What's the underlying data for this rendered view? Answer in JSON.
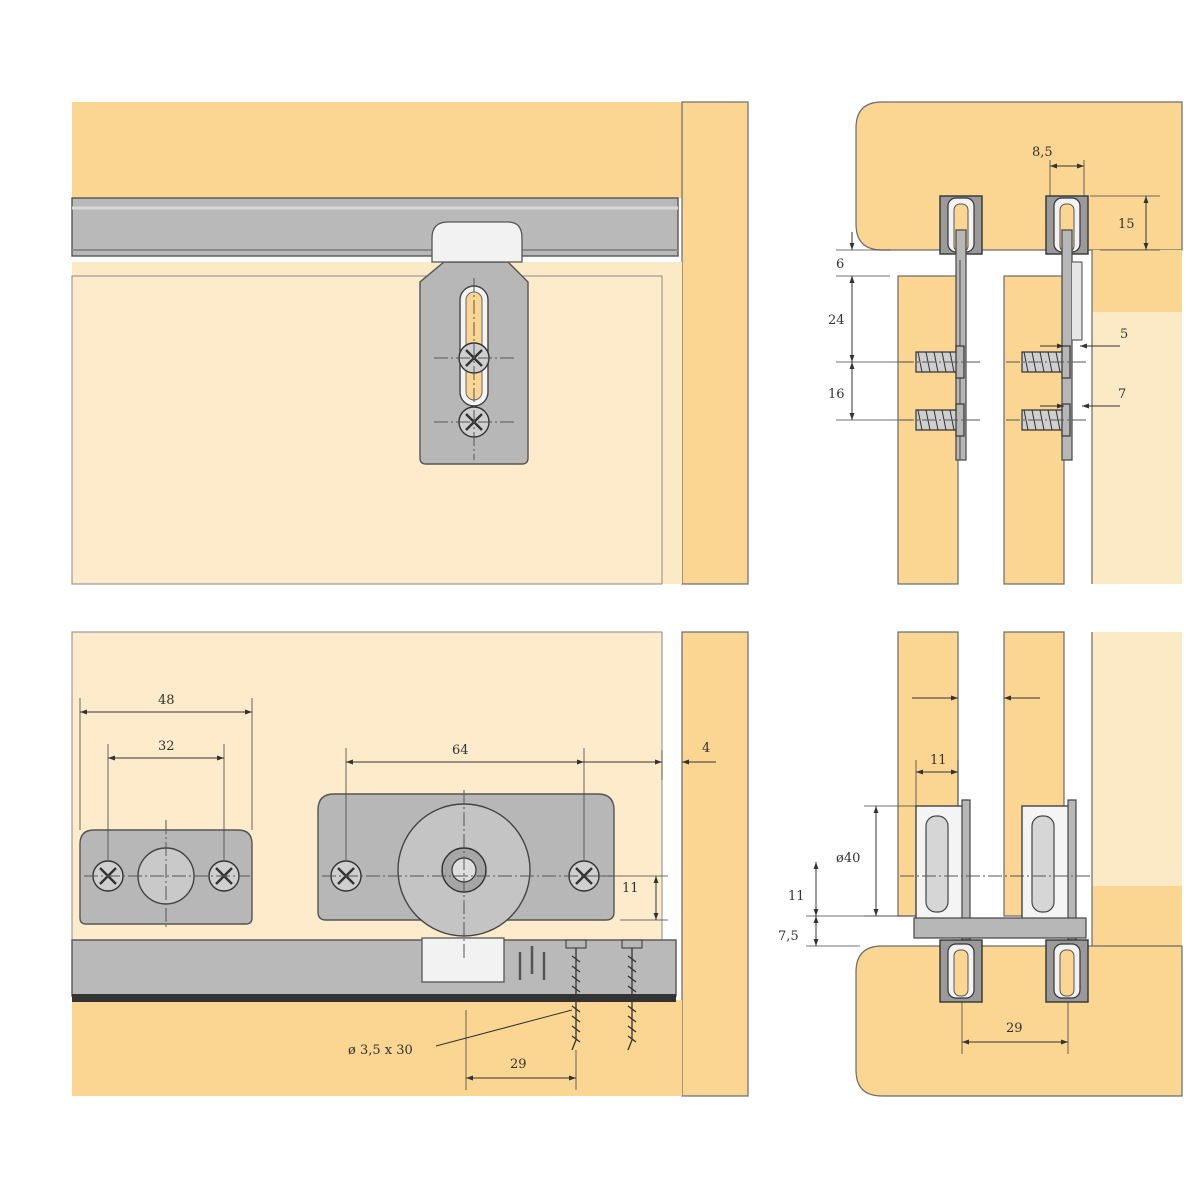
{
  "colors": {
    "wood_dark": "#fbd592",
    "wood_light": "#fce9c6",
    "metal": "#b7b7b7",
    "metal_dark": "#8f8f8f",
    "white_part": "#f2f2f2",
    "line": "#333333"
  },
  "top_right": {
    "dim_8_5": "8,5",
    "dim_15": "15",
    "dim_6": "6",
    "dim_24": "24",
    "dim_16": "16",
    "dim_5": "5",
    "dim_7": "7"
  },
  "bottom_left": {
    "dim_48": "48",
    "dim_32": "32",
    "dim_64": "64",
    "dim_4": "4",
    "dim_11": "11",
    "dim_29": "29",
    "screw_label": "ø 3,5 x 30"
  },
  "bottom_right": {
    "dim_11_top": "11",
    "dim_dia40": "ø40",
    "dim_11_left": "11",
    "dim_7_5": "7,5",
    "dim_29": "29"
  }
}
